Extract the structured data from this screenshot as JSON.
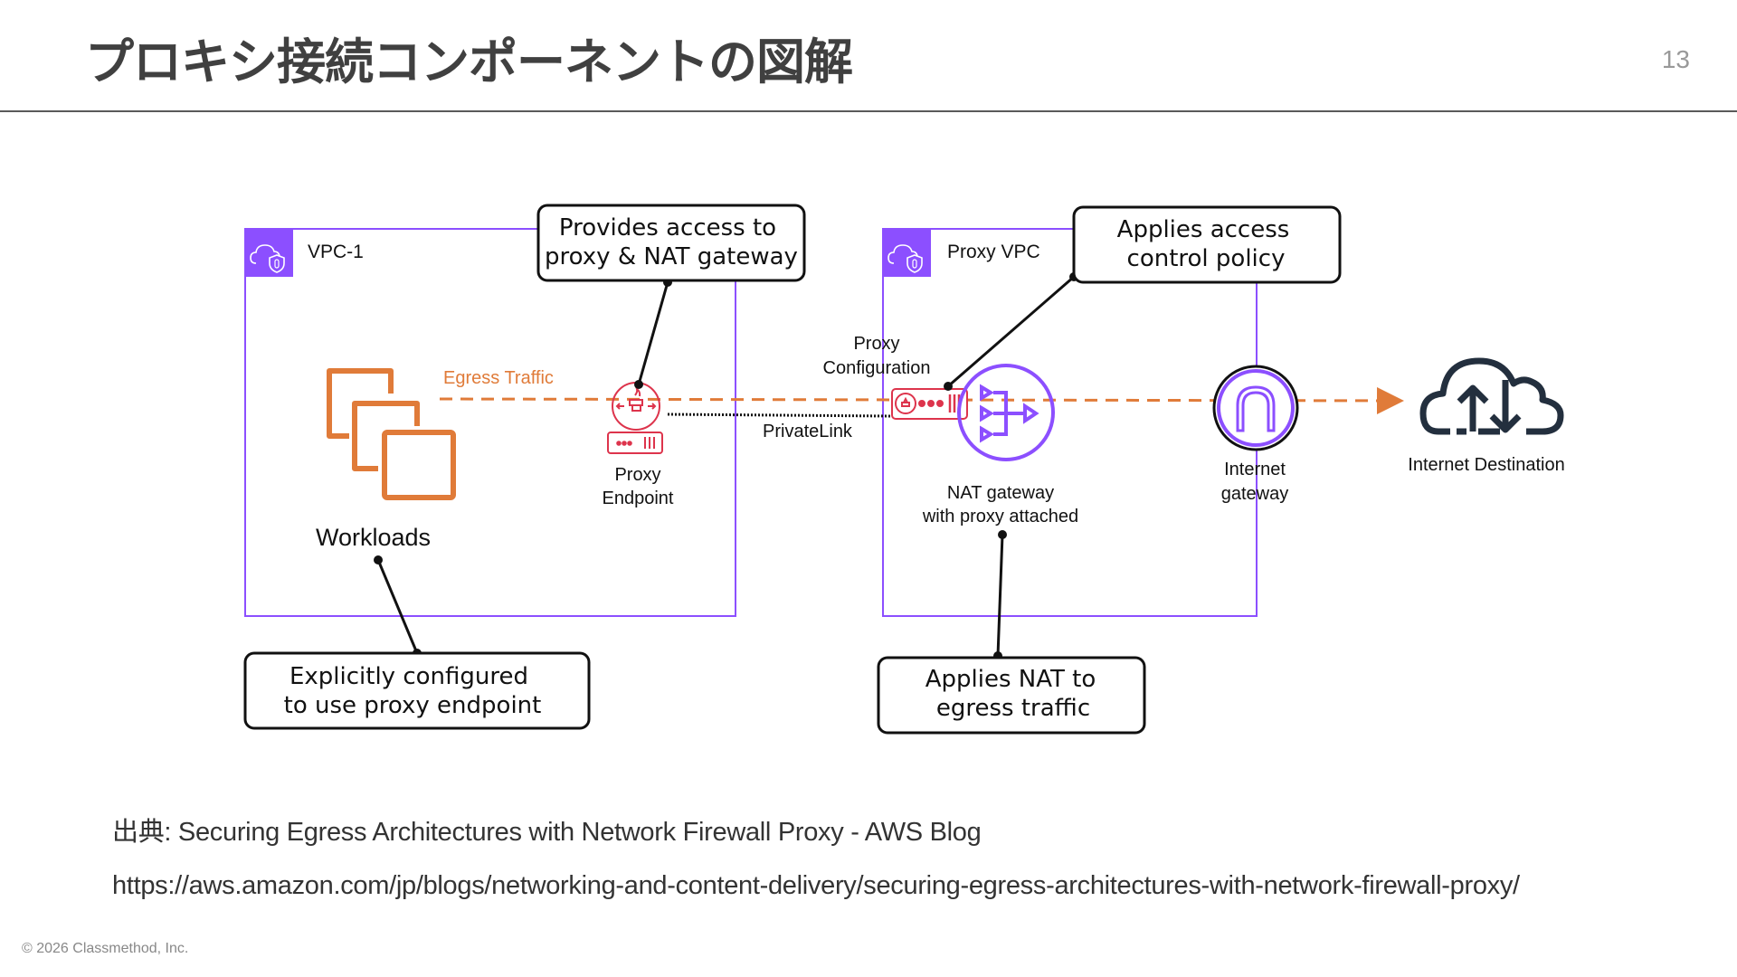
{
  "slide": {
    "title": "プロキシ接続コンポーネントの図解",
    "page_number": "13"
  },
  "diagram": {
    "vpc1": {
      "label": "VPC-1",
      "icon": "vpc-shield-cloud-icon"
    },
    "proxy_vpc": {
      "label": "Proxy VPC",
      "icon": "vpc-shield-cloud-icon"
    },
    "workloads": {
      "label": "Workloads",
      "icon": "ec2-instances-icon"
    },
    "egress_traffic_label": "Egress Traffic",
    "proxy_endpoint": {
      "label_line1": "Proxy",
      "label_line2": "Endpoint",
      "icon": "network-firewall-endpoint-icon"
    },
    "privatelink_label": "PrivateLink",
    "proxy_configuration": {
      "label_line1": "Proxy",
      "label_line2": "Configuration",
      "icon": "proxy-configuration-icon"
    },
    "nat_gateway": {
      "label_line1": "NAT gateway",
      "label_line2": "with proxy attached",
      "icon": "nat-gateway-icon"
    },
    "internet_gateway": {
      "label_line1": "Internet",
      "label_line2": "gateway",
      "icon": "internet-gateway-icon"
    },
    "internet_destination": {
      "label": "Internet Destination",
      "icon": "cloud-upload-download-icon"
    },
    "callouts": {
      "provides_access": {
        "line1": "Provides access to",
        "line2": "proxy & NAT gateway"
      },
      "access_control": {
        "line1": "Applies access",
        "line2": "control policy"
      },
      "explicitly_configured": {
        "line1": "Explicitly configured",
        "line2": "to use proxy endpoint"
      },
      "applies_nat": {
        "line1": "Applies NAT to",
        "line2": "egress traffic"
      }
    },
    "colors": {
      "vpc_purple": "#8c4fff",
      "egress_orange": "#e07b39",
      "firewall_red": "#dd344c",
      "dark_icon": "#232f3e"
    }
  },
  "footer": {
    "source_text": "出典: Securing Egress Architectures with Network Firewall Proxy - AWS Blog",
    "source_url": "https://aws.amazon.com/jp/blogs/networking-and-content-delivery/securing-egress-architectures-with-network-firewall-proxy/",
    "copyright": "© 2026 Classmethod, Inc."
  }
}
